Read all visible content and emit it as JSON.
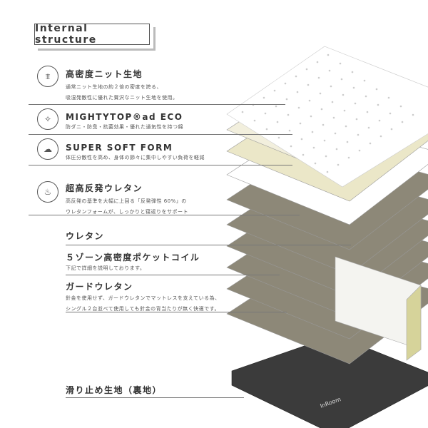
{
  "title": "Internal structure",
  "items": [
    {
      "heading": "高密度ニット生地",
      "desc": [
        "通常ニット生地の約２倍の密度を誇る、",
        "吸湿発散性に優れた贅沢なニット生地を使用。"
      ],
      "icon": "knit-fabric-icon"
    },
    {
      "heading": "MIGHTYTOP®ad ECO",
      "desc": [
        "防ダニ・防臭・抗菌効果・優れた通気性を持つ綿"
      ],
      "icon": "sparkle-icon"
    },
    {
      "heading": "SUPER SOFT FORM",
      "desc": [
        "体圧分散性を高め、身体の節々に集中しやすい負荷を軽減"
      ],
      "icon": "cloud-icon"
    },
    {
      "heading": "超高反発ウレタン",
      "desc": [
        "高反発の基準を大幅に上回る「反発弾性 60%」の",
        "ウレタンフォームが、しっかりと寝返りをサポート"
      ],
      "icon": "rebound-foam-icon"
    },
    {
      "heading": "ウレタン",
      "desc": []
    },
    {
      "heading": "５ゾーン高密度ポケットコイル",
      "desc": [
        "下記で詳細を説明しております。"
      ]
    },
    {
      "heading": "ガードウレタン",
      "desc": [
        "針金を使用せず、ガードウレタンでマットレスを支えている為、",
        "シングル２台並べて使用しても針金の背当たりが無く快適です。"
      ]
    },
    {
      "heading": "滑り止め生地（裏地）",
      "desc": []
    }
  ],
  "brand": "InRoom",
  "colors": {
    "white": "#ffffff",
    "cream": "#f2efdd",
    "yellow": "#ebe7c8",
    "taupe": "#8d8878",
    "base": "#3b3b3b"
  }
}
